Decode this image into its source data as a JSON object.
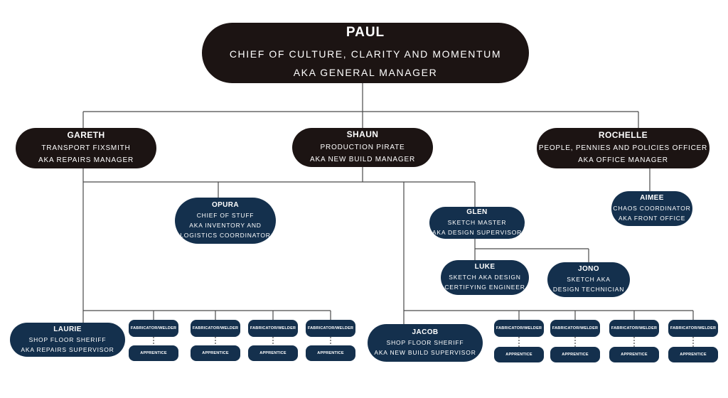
{
  "colors": {
    "dark": "#1c1413",
    "navy": "#14304d",
    "line": "#4a4a4a"
  },
  "nodes": [
    {
      "id": "paul",
      "name": "PAUL",
      "lines": [
        "CHIEF OF CULTURE, CLARITY AND MOMENTUM",
        "AKA GENERAL MANAGER"
      ]
    },
    {
      "id": "gareth",
      "name": "GARETH",
      "lines": [
        "TRANSPORT FIXSMITH",
        "AKA REPAIRS MANAGER"
      ]
    },
    {
      "id": "shaun",
      "name": "SHAUN",
      "lines": [
        "PRODUCTION PIRATE",
        "AKA NEW BUILD MANAGER"
      ]
    },
    {
      "id": "rochelle",
      "name": "ROCHELLE",
      "lines": [
        "PEOPLE, PENNIES AND POLICIES OFFICER",
        "AKA OFFICE MANAGER"
      ]
    },
    {
      "id": "opura",
      "name": "OPURA",
      "lines": [
        "CHIEF OF STUFF",
        "AKA INVENTORY AND",
        "LOGISTICS COORDINATOR"
      ]
    },
    {
      "id": "glen",
      "name": "GLEN",
      "lines": [
        "SKETCH MASTER",
        "AKA DESIGN SUPERVISOR"
      ]
    },
    {
      "id": "aimee",
      "name": "AIMEE",
      "lines": [
        "CHAOS COORDINATOR",
        "AKA FRONT OFFICE"
      ]
    },
    {
      "id": "luke",
      "name": "LUKE",
      "lines": [
        "SKETCH AKA DESIGN",
        "CERTIFYING ENGINEER"
      ]
    },
    {
      "id": "jono",
      "name": "JONO",
      "lines": [
        "SKETCH AKA",
        "DESIGN TECHNICIAN"
      ]
    },
    {
      "id": "laurie",
      "name": "LAURIE",
      "lines": [
        "SHOP FLOOR SHERIFF",
        "AKA REPAIRS SUPERVISOR"
      ]
    },
    {
      "id": "jacob",
      "name": "JACOB",
      "lines": [
        "SHOP FLOOR SHERIFF",
        "AKA NEW BUILD SUPERVISOR"
      ]
    },
    {
      "id": "fw1",
      "name": "FABRICATOR/WELDER",
      "lines": []
    },
    {
      "id": "fw2",
      "name": "FABRICATOR/WELDER",
      "lines": []
    },
    {
      "id": "fw3",
      "name": "FABRICATOR/WELDER",
      "lines": []
    },
    {
      "id": "fw4",
      "name": "FABRICATOR/WELDER",
      "lines": []
    },
    {
      "id": "fw5",
      "name": "FABRICATOR/WELDER",
      "lines": []
    },
    {
      "id": "fw6",
      "name": "FABRICATOR/WELDER",
      "lines": []
    },
    {
      "id": "fw7",
      "name": "FABRICATOR/WELDER",
      "lines": []
    },
    {
      "id": "fw8",
      "name": "FABRICATOR/WELDER",
      "lines": []
    },
    {
      "id": "ap1",
      "name": "APPRENTICE",
      "lines": []
    },
    {
      "id": "ap2",
      "name": "APPRENTICE",
      "lines": []
    },
    {
      "id": "ap3",
      "name": "APPRENTICE",
      "lines": []
    },
    {
      "id": "ap4",
      "name": "APPRENTICE",
      "lines": []
    },
    {
      "id": "ap5",
      "name": "APPRENTICE",
      "lines": []
    },
    {
      "id": "ap6",
      "name": "APPRENTICE",
      "lines": []
    },
    {
      "id": "ap7",
      "name": "APPRENTICE",
      "lines": []
    },
    {
      "id": "ap8",
      "name": "APPRENTICE",
      "lines": []
    }
  ]
}
